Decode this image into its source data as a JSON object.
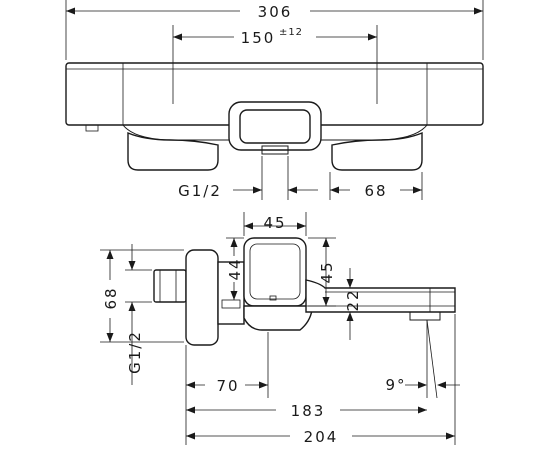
{
  "dimensions": {
    "overall_width": "306",
    "handle_spacing": "150",
    "handle_spacing_tolerance": "±12",
    "inlet_thread_top": "G1/2",
    "outlet_offset": "68",
    "body_width": "45",
    "body_height": "45",
    "upper_offset": "44",
    "inlet_height": "68",
    "spout_height": "22",
    "inlet_thread_side": "G1/2",
    "wall_to_body": "70",
    "wall_to_outlet": "183",
    "total_projection": "204",
    "spout_angle": "9°"
  }
}
